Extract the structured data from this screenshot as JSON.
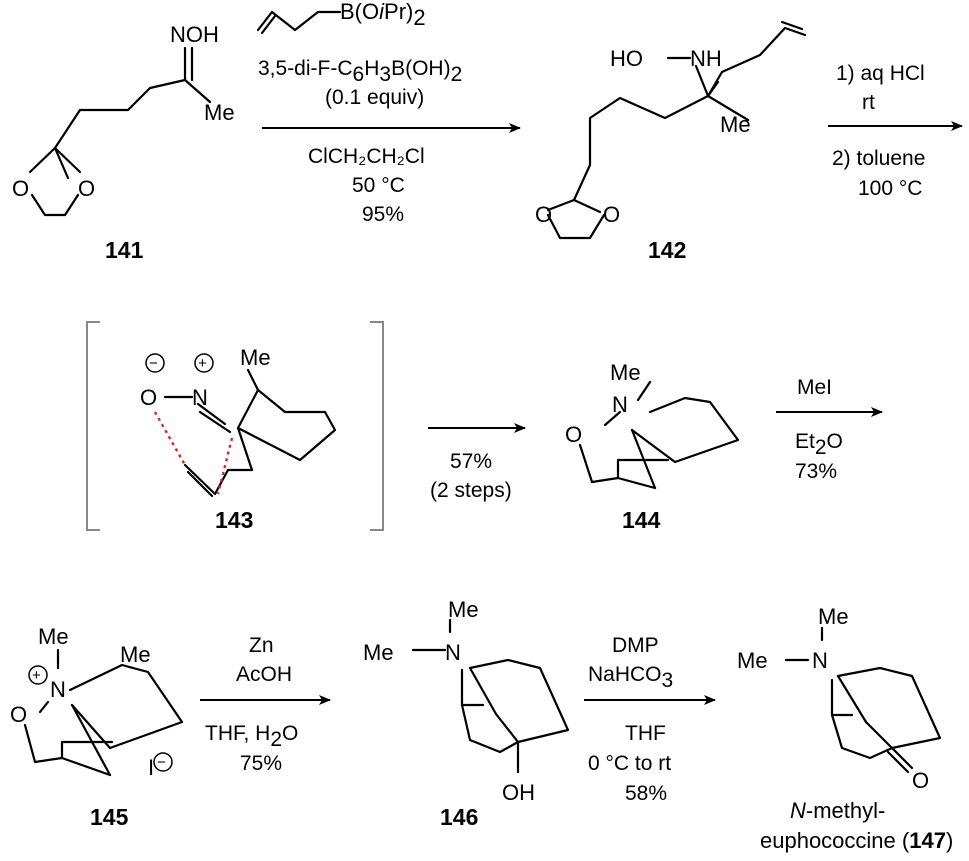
{
  "compounds": {
    "c141": {
      "label": "141",
      "atoms": {
        "noh": "NOH",
        "me": "Me",
        "o1": "O",
        "o2": "O"
      }
    },
    "c142": {
      "label": "142",
      "atoms": {
        "ho": "HO",
        "nh": "NH",
        "me": "Me",
        "o1": "O",
        "o2": "O"
      }
    },
    "c143": {
      "label": "143",
      "atoms": {
        "me": "Me",
        "n": "N",
        "o": "O",
        "neg": "−",
        "pos": "+"
      }
    },
    "c144": {
      "label": "144",
      "atoms": {
        "me": "Me",
        "n": "N",
        "o": "O"
      }
    },
    "c145": {
      "label": "145",
      "atoms": {
        "me_n": "Me",
        "me": "Me",
        "n": "N",
        "o": "O",
        "pos": "+",
        "iodide": "I",
        "neg": "−"
      }
    },
    "c146": {
      "label": "146",
      "atoms": {
        "me": "Me",
        "me_n": "Me",
        "n": "N",
        "oh": "OH"
      }
    },
    "c147": {
      "label_prefix": "N",
      "label_mid": "-methyl-",
      "label_line2_a": "euphococcine (",
      "label_num": "147",
      "label_close": ")",
      "atoms": {
        "me": "Me",
        "me_n": "Me",
        "n": "N",
        "o": "O"
      }
    }
  },
  "steps": {
    "s1": {
      "reagent_group": "B(O",
      "reagent_ipr": "i",
      "reagent_rest": "Pr)",
      "reagent_sub": "2",
      "line1_a": "3,5-di-F-C",
      "line1_sub1": "6",
      "line1_b": "H",
      "line1_sub2": "3",
      "line1_c": "B(OH)",
      "line1_sub3": "2",
      "line2": "(0.1 equiv)",
      "below1": "ClCH₂CH₂Cl",
      "below2": "50 °C",
      "below3": "95%"
    },
    "s2": {
      "above1": "1) aq HCl",
      "above2": "rt",
      "below1": "2) toluene",
      "below2": "100 °C"
    },
    "s3": {
      "below1": "57%",
      "below2": "(2 steps)"
    },
    "s4": {
      "above": "MeI",
      "below1_a": "Et",
      "below1_sub": "2",
      "below1_b": "O",
      "below2": "73%"
    },
    "s5": {
      "above1": "Zn",
      "above2": "AcOH",
      "below1_a": "THF, H",
      "below1_sub": "2",
      "below1_b": "O",
      "below2": "75%"
    },
    "s6": {
      "above1": "DMP",
      "above2_a": "NaHCO",
      "above2_sub": "3",
      "below1": "THF",
      "below2": "0 °C to rt",
      "below3": "58%"
    }
  }
}
